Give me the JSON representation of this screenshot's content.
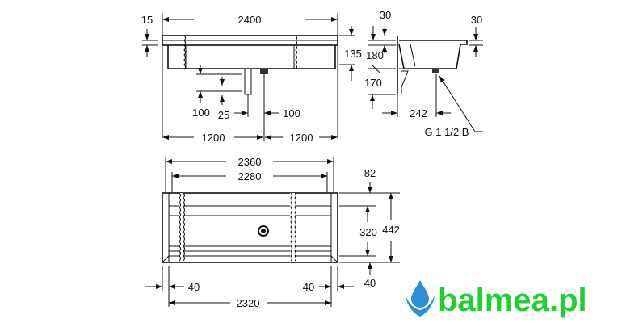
{
  "front_view": {
    "width_total": "2400",
    "rim": "15",
    "height": "135",
    "bracket_drop": "100",
    "bracket_width": "25",
    "drain_offset": "100",
    "half_left": "1200",
    "half_right": "1200"
  },
  "side_view": {
    "rim_left": "30",
    "rim_right": "30",
    "depth_upper": "180",
    "depth_lower": "170",
    "drain_distance": "242",
    "thread": "G 1 1/2 B"
  },
  "plan_view": {
    "outer_width": "2360",
    "inner_width": "2280",
    "back_margin": "82",
    "inner_depth": "320",
    "total_depth": "442",
    "front_margin": "40",
    "left_margin": "40",
    "right_margin": "40",
    "bottom_width": "2320"
  },
  "logo": {
    "text": "balmea",
    ".pl": ".pl",
    "brand_color": "#1fd130",
    "drop_color": "#2a8fd6"
  }
}
